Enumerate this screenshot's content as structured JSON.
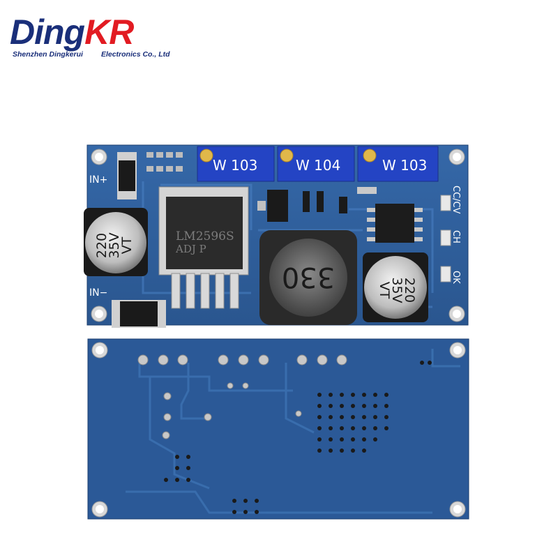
{
  "brand": {
    "name_main": "Ding",
    "name_accent": "KR",
    "subtitle_left": "Shenzhen Dingkerui",
    "subtitle_right": "Electronics Co., Ltd",
    "colors": {
      "primary": "#1a2f7a",
      "accent": "#e21b22"
    }
  },
  "board_top": {
    "potentiometers": [
      "W 103",
      "W 104",
      "W 103"
    ],
    "chip_marking": [
      "LM2596S",
      "ADJ   P"
    ],
    "inductor_value": "330",
    "capacitor_left": [
      "220",
      "35V",
      "VT"
    ],
    "capacitor_right": [
      "220",
      "35V",
      "VT"
    ],
    "silkscreen": {
      "in_plus": "IN+",
      "in_minus": "IN−",
      "cc_cv": "CC/CV",
      "ch": "CH",
      "ok": "OK"
    },
    "colors": {
      "pcb": "#2d5d9b",
      "trace": "#3d74b6",
      "pad": "#c9c9c9"
    }
  },
  "board_bottom": {
    "colors": {
      "pcb": "#2a5896",
      "trace": "#3a6fae"
    }
  }
}
